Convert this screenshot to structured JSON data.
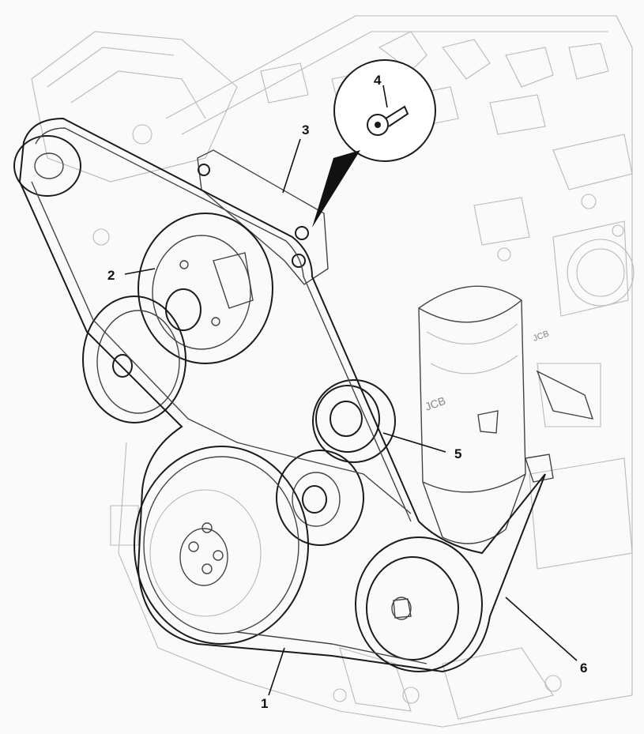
{
  "diagram": {
    "callouts": [
      {
        "id": "c1",
        "label": "1"
      },
      {
        "id": "c2",
        "label": "2"
      },
      {
        "id": "c3",
        "label": "3"
      },
      {
        "id": "c4",
        "label": "4"
      },
      {
        "id": "c5",
        "label": "5"
      },
      {
        "id": "c6",
        "label": "6"
      }
    ],
    "logos": [
      "JCB",
      "JCB"
    ]
  }
}
